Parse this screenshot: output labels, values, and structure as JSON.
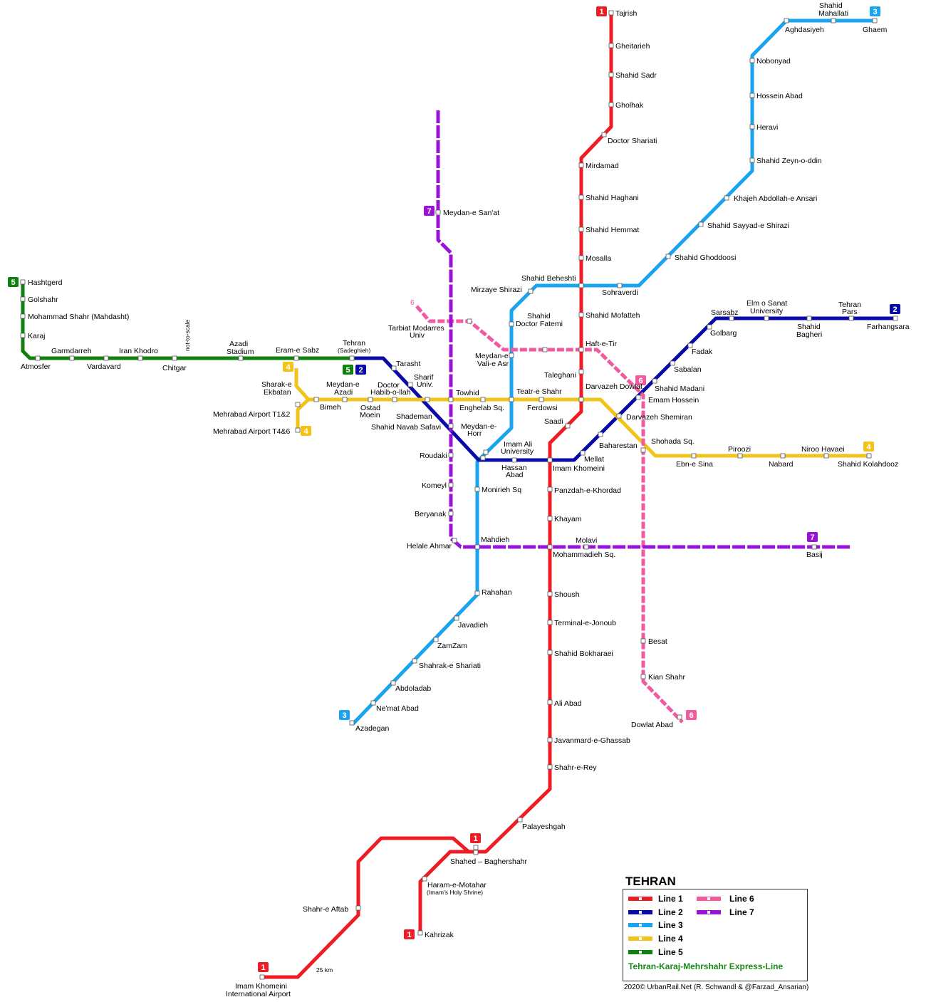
{
  "map": {
    "title": "TEHRAN",
    "express_label": "Tehran-Karaj-Mehrshahr Express-Line",
    "credit": "2020© UrbanRail.Net (R. Schwandl & @Farzad_Ansarian)",
    "colors": {
      "line1": "#ee1c25",
      "line2": "#0a0aa8",
      "line3": "#1aa3ee",
      "line4": "#f2c318",
      "line5": "#10800f",
      "line6": "#f25aa0",
      "line7": "#9b12d6"
    },
    "legend": [
      {
        "label": "Line 1",
        "color_key": "line1"
      },
      {
        "label": "Line 2",
        "color_key": "line2"
      },
      {
        "label": "Line 3",
        "color_key": "line3"
      },
      {
        "label": "Line 4",
        "color_key": "line4"
      },
      {
        "label": "Line 5",
        "color_key": "line5"
      },
      {
        "label": "Line 6",
        "color_key": "line6"
      },
      {
        "label": "Line 7",
        "color_key": "line7"
      }
    ],
    "badges": [
      "1",
      "2",
      "3",
      "4",
      "5",
      "6",
      "7"
    ],
    "annotations": [
      "not-to-scale",
      "25 km",
      "6"
    ],
    "stations": {
      "line1": [
        "Tajrish",
        "Gheitarieh",
        "Shahid Sadr",
        "Gholhak",
        "Doctor Shariati",
        "Mirdamad",
        "Shahid Haghani",
        "Shahid Hemmat",
        "Mosalla",
        "Shahid Beheshti",
        "Shahid Mofatteh",
        "Haft-e-Tir",
        "Taleghani",
        "Darvazeh Dowlat",
        "Saadi",
        "Imam Khomeini",
        "Panzdah-e-Khordad",
        "Khayam",
        "Mohammadieh Sq.",
        "Shoush",
        "Terminal-e-Jonoub",
        "Shahid Bokharaei",
        "Ali Abad",
        "Javanmard-e-Ghassab",
        "Shahr-e-Rey",
        "Palayeshgah",
        "Shahed – Baghershahr",
        "Haram-e-Motahar",
        "(Imam's Holy Shrine)",
        "Kahrizak",
        "Shahr-e Aftab",
        "Imam Khomeini",
        "International Airport"
      ],
      "line2": [
        "Tehran",
        "(Sadeghieh)",
        "Tarasht",
        "Sharif",
        "Univ.",
        "Shademan",
        "Shahid Navab Safavi",
        "Meydan-e-",
        "Horr",
        "Imam Ali",
        "University",
        "Hassan",
        "Abad",
        "Mellat",
        "Baharestan",
        "Darvazeh Shemiran",
        "Emam Hossein",
        "Shahid Madani",
        "Sabalan",
        "Fadak",
        "Golbarg",
        "Sarsabz",
        "Elm o Sanat",
        "University",
        "Shahid",
        "Bagheri",
        "Tehran",
        "Pars",
        "Farhangsara"
      ],
      "line3": [
        "Shahid",
        "Mahallati",
        "Ghaem",
        "Aghdasiyeh",
        "Nobonyad",
        "Hossein Abad",
        "Heravi",
        "Shahid Zeyn-o-ddin",
        "Khajeh Abdollah-e Ansari",
        "Shahid Sayyad-e Shirazi",
        "Shahid Ghoddoosi",
        "Sohraverdi",
        "Mirzaye Shirazi",
        "Shahid",
        "Doctor Fatemi",
        "Meydan-e",
        "Vali-e Asr",
        "Teatr-e Shahr",
        "Monirieh Sq",
        "Mahdieh",
        "Rahahan",
        "Javadieh",
        "ZamZam",
        "Shahrak-e Shariati",
        "Abdoladab",
        "Ne'mat Abad",
        "Azadegan"
      ],
      "line4": [
        "Sharak-e",
        "Ekbatan",
        "Bimeh",
        "Mehrabad Airport T1&2",
        "Mehrabad Airport T4&6",
        "Eram-e Sabz",
        "Meydan-e",
        "Azadi",
        "Ostad",
        "Moein",
        "Doctor",
        "Habib-o-llah",
        "Towhid",
        "Enghelab Sq.",
        "Ferdowsi",
        "Shohada Sq.",
        "Ebn-e Sina",
        "Piroozi",
        "Nabard",
        "Niroo Havaei",
        "Shahid Kolahdooz"
      ],
      "line5": [
        "Hashtgerd",
        "Golshahr",
        "Mohammad Shahr (Mahdasht)",
        "Karaj",
        "Atmosfer",
        "Garmdarreh",
        "Vardavard",
        "Iran Khodro",
        "Chitgar",
        "Azadi",
        "Stadium"
      ],
      "line6": [
        "Tarbiat Modarres",
        "Univ",
        "Besat",
        "Kian Shahr",
        "Dowlat Abad"
      ],
      "line7": [
        "Meydan-e San'at",
        "Roudaki",
        "Komeyl",
        "Beryanak",
        "Helale Ahmar",
        "Molavi",
        "Basij"
      ]
    }
  }
}
